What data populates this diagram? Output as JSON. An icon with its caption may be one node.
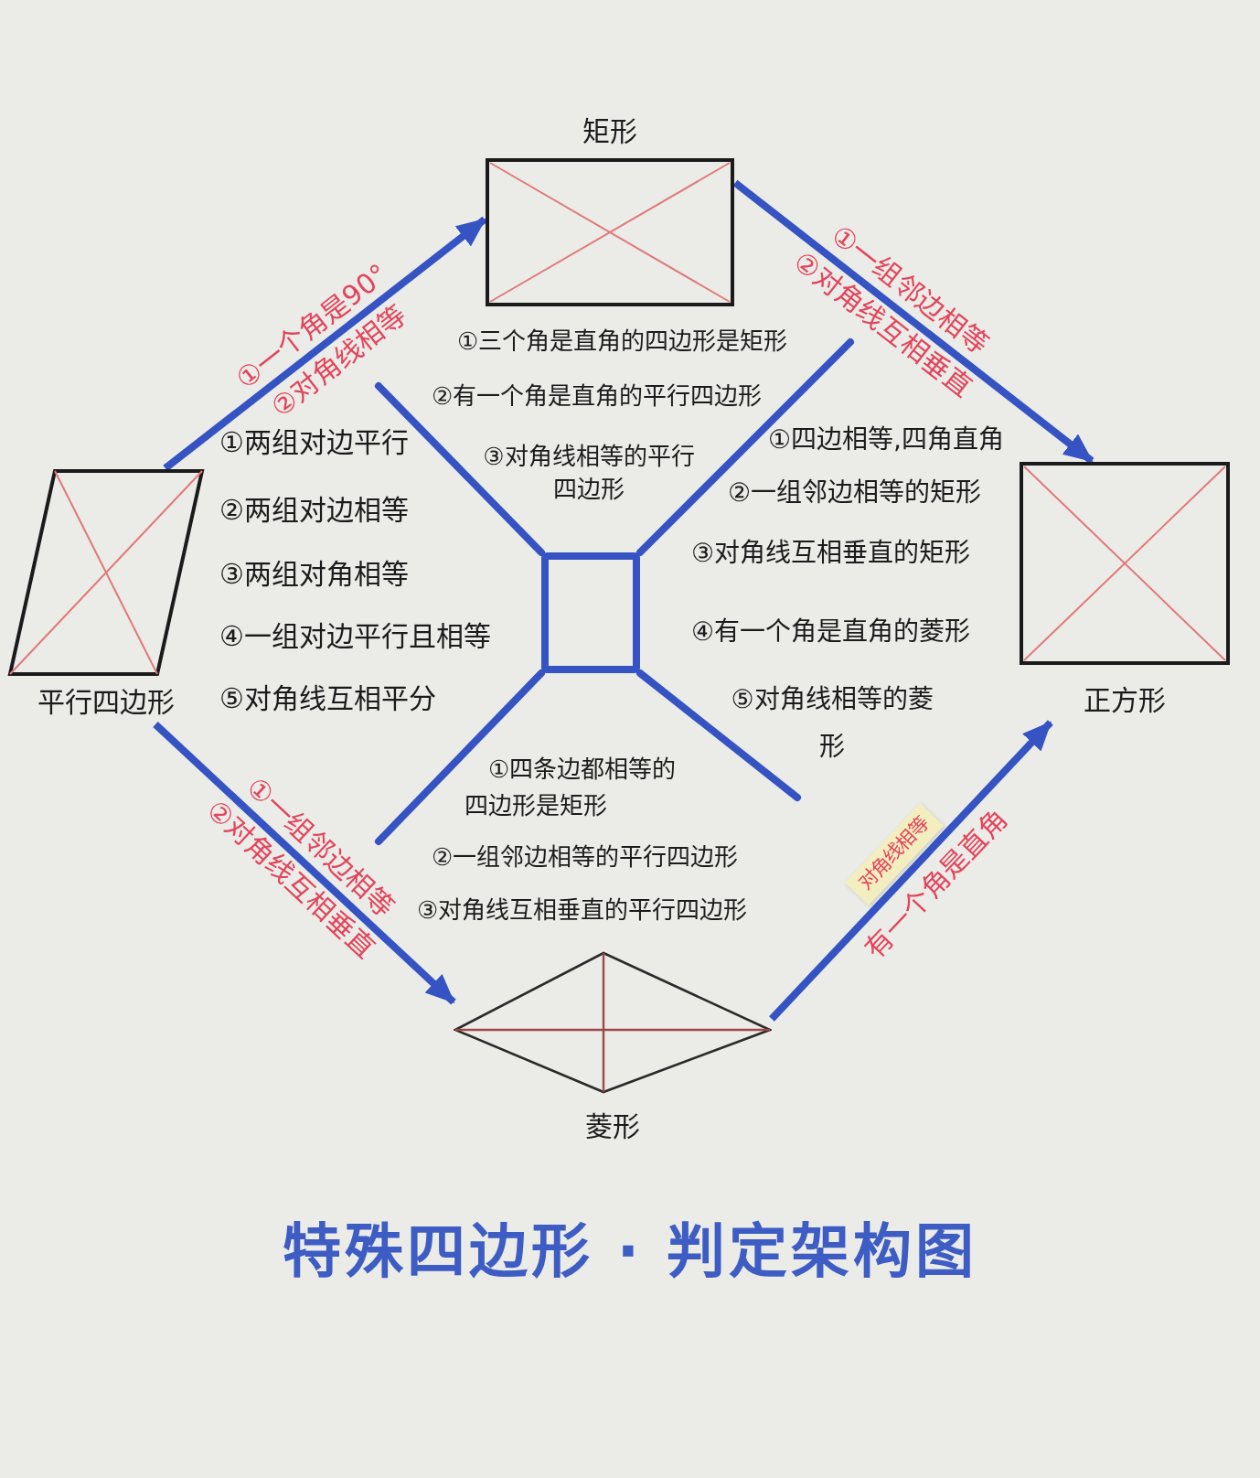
{
  "diagram": {
    "title": "特殊四边形 · 判定架构图",
    "nodes": [
      {
        "text": [
          "矩形"
        ],
        "beside": [
          "①三个角是直角的四边形是矩形",
          "②有一个角是直角的平行四边形",
          "③对角线相等的平行四边形"
        ]
      },
      {
        "text": [
          "平行四边形"
        ],
        "beside": [
          "①两组对边平行",
          "②两组对边相等",
          "③两组对角相等",
          "④一组对边平行且相等",
          "⑤对角线互相平分"
        ]
      },
      {
        "text": [
          "正方形"
        ],
        "beside": [
          "①四边相等,四角直角",
          "②一组邻边相等的矩形",
          "③对角线互相垂直的矩形",
          "④有一个角是直角的菱形",
          "⑤对角线相等的菱形"
        ]
      },
      {
        "text": [],
        "shape": "box"
      },
      {
        "text": [
          "菱形"
        ],
        "beside": [
          "①四条边都相等的四边形是矩形",
          "②一组邻边相等的平行四边形",
          "③对角线互相垂直的平行四边形"
        ]
      }
    ],
    "edges": [
      {
        "from": 1,
        "to": 0,
        "arrow": "to",
        "label": "①一个角是90° ②对角线相等"
      },
      {
        "from": 0,
        "to": 2,
        "arrow": "to",
        "label": "①一组邻边相等 ②对角线互相垂直"
      },
      {
        "from": 1,
        "to": 4,
        "arrow": "to",
        "label": "①一组邻边相等 ②对角线互相垂直"
      },
      {
        "from": 4,
        "to": 2,
        "arrow": "to",
        "label": "有一个角是直角"
      },
      {
        "from": 3,
        "to": null,
        "arrow": "none"
      },
      {
        "from": 3,
        "to": null,
        "arrow": "none"
      },
      {
        "from": 3,
        "to": null,
        "arrow": "none"
      },
      {
        "from": 3,
        "to": null,
        "arrow": "none"
      }
    ],
    "labels": [
      "对角线相等"
    ]
  }
}
